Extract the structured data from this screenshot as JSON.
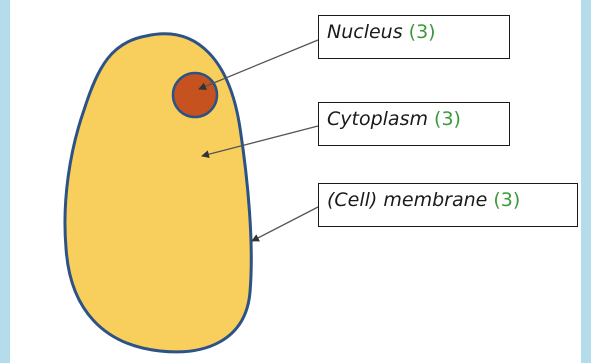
{
  "colors": {
    "frame": "#b5dceb",
    "cell_fill": "#f8cf5d",
    "cell_outline": "#2c5286",
    "nucleus_fill": "#c6531f",
    "marks": "#3a9a3a"
  },
  "labels": {
    "nucleus": {
      "term": "Nucleus",
      "marks": "(3)"
    },
    "cytoplasm": {
      "term": "Cytoplasm",
      "marks": "(3)"
    },
    "membrane": {
      "term": "(Cell) membrane",
      "marks": "(3)"
    }
  }
}
